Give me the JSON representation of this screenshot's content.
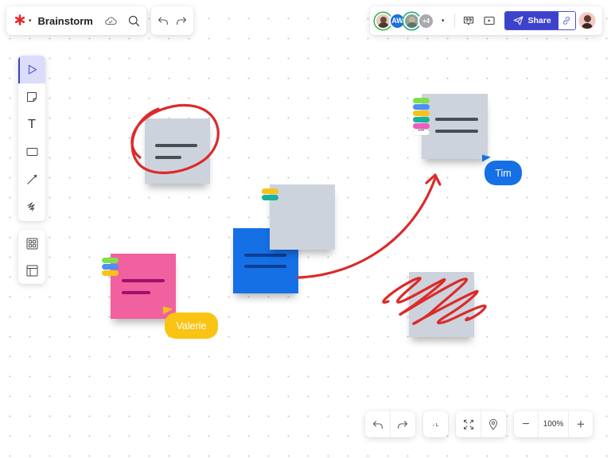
{
  "header": {
    "logo_icon": "asterisk-logo-icon",
    "board_title": "Brainstorm",
    "sync_icon": "cloud-check-icon",
    "search_icon": "search-icon",
    "undo_icon": "undo-icon",
    "redo_icon": "redo-icon"
  },
  "collaborators": {
    "avatars": [
      {
        "type": "photo",
        "ring_color": "#2fb34a"
      },
      {
        "type": "initials",
        "initials": "AW",
        "color": "#1c6fe0"
      },
      {
        "type": "photo",
        "ring_color": "#17a97a"
      },
      {
        "type": "overflow",
        "label": "+4"
      }
    ],
    "menu_caret": "▾",
    "comment_icon": "comment-quote-icon",
    "present_icon": "present-play-icon",
    "share_label": "Share",
    "share_icon": "paper-plane-icon",
    "copy_link_icon": "link-icon",
    "accent_color": "#3d42cc"
  },
  "toolbar": {
    "tools": [
      {
        "name": "select",
        "icon": "cursor-pointer-icon",
        "active": true
      },
      {
        "name": "sticky-note",
        "icon": "sticky-note-icon"
      },
      {
        "name": "text",
        "icon": "text-icon",
        "glyph": "T"
      },
      {
        "name": "shape",
        "icon": "rectangle-icon"
      },
      {
        "name": "connector",
        "icon": "arrow-line-icon"
      },
      {
        "name": "pen",
        "icon": "pen-scribble-icon"
      }
    ],
    "secondary_tools": [
      {
        "name": "templates",
        "icon": "grid-apps-icon"
      },
      {
        "name": "frame",
        "icon": "layout-frame-icon"
      }
    ]
  },
  "canvas": {
    "notes": [
      {
        "id": "circled-note",
        "color": "#cdd3dc",
        "annotation": "red circle"
      },
      {
        "id": "tagged-note-top-right",
        "color": "#cdd3dc",
        "tags": [
          "#7ee04a",
          "#4d8ef7",
          "#f7c21a",
          "#17b39a",
          "#f25abf"
        ],
        "more_tags": "•••"
      },
      {
        "id": "gray-note-center",
        "color": "#cdd3dc",
        "tags": [
          "#f7c21a",
          "#17b39a"
        ]
      },
      {
        "id": "blue-note",
        "color": "#1570e5"
      },
      {
        "id": "pink-note",
        "color": "#f1609f",
        "tags": [
          "#7ee04a",
          "#4d8ef7",
          "#f7c21a"
        ]
      },
      {
        "id": "scribbled-note",
        "color": "#cdd3dc",
        "annotation": "red scribble"
      }
    ],
    "cursors": [
      {
        "name": "Tim",
        "color": "#1570e5"
      },
      {
        "name": "Valerie",
        "color": "#f9c414"
      }
    ],
    "ink_color": "#dc2a2a"
  },
  "footer": {
    "undo_icon": "undo-icon",
    "redo_icon": "redo-icon",
    "minimap_icon": "minimap-icon",
    "fit_icon": "fit-screen-icon",
    "location_icon": "location-pin-icon",
    "zoom_out": "−",
    "zoom_level": "100%",
    "zoom_in": "+"
  }
}
